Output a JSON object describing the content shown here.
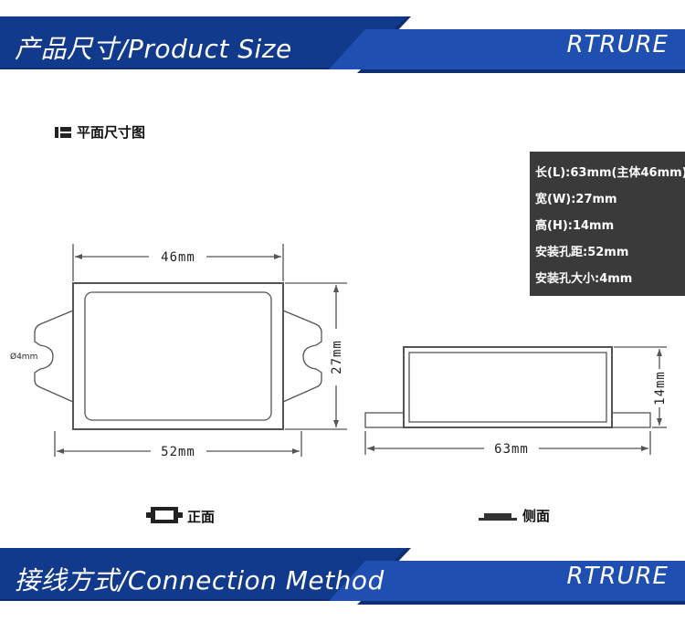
{
  "banner_top": {
    "title": "产品尺寸/Product Size",
    "brand": "RTRURE"
  },
  "section": {
    "heading": "平面尺寸图"
  },
  "specs": [
    "长(L):63mm(主体46mm)",
    "宽(W):27mm",
    "高(H):14mm",
    "安装孔距:52mm",
    "安装孔大小:4mm"
  ],
  "front_view": {
    "width_label": "46mm",
    "height_label": "27mm",
    "hole_span_label": "52mm",
    "hole_label": "Ø4mm",
    "caption": "正面"
  },
  "side_view": {
    "length_label": "63mm",
    "height_label": "14mm",
    "caption": "侧面"
  },
  "banner_bottom": {
    "title": "接线方式/Connection Method",
    "brand": "RTRURE"
  },
  "colors": {
    "banner_dark": "#0d2e73",
    "banner_light": "#1f4fb0",
    "spec_bg": "#3a3a3a",
    "line": "#555555"
  }
}
